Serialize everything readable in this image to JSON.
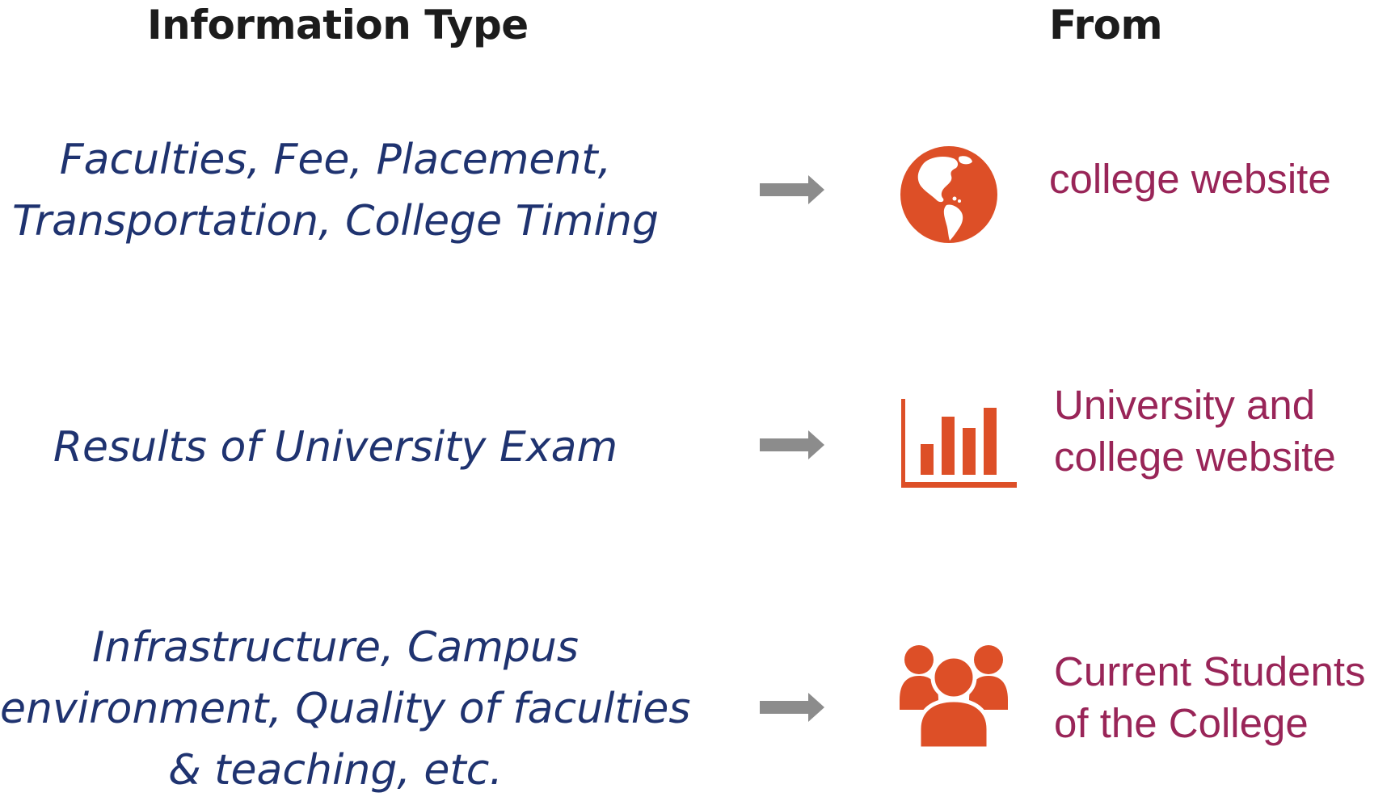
{
  "headers": {
    "information_type": "Information Type",
    "from": "From"
  },
  "rows": [
    {
      "info_lines": [
        "Faculties, Fee, Placement,",
        "Transportation, College Timing"
      ],
      "icon": "globe-icon",
      "source_lines": [
        "college website"
      ]
    },
    {
      "info_lines": [
        "Results of University Exam"
      ],
      "icon": "bar-chart-icon",
      "source_lines": [
        "University and",
        "college website"
      ]
    },
    {
      "info_lines": [
        "Infrastructure, Campus",
        "environment, Quality of faculties",
        "& teaching, etc."
      ],
      "icon": "users-group-icon",
      "source_lines": [
        "Current Students",
        "of the College"
      ]
    }
  ],
  "colors": {
    "header_text": "#1c1c1c",
    "info_text": "#1f3370",
    "source_text": "#992558",
    "icon": "#dd4f27",
    "arrow": "#8c8c8c"
  }
}
